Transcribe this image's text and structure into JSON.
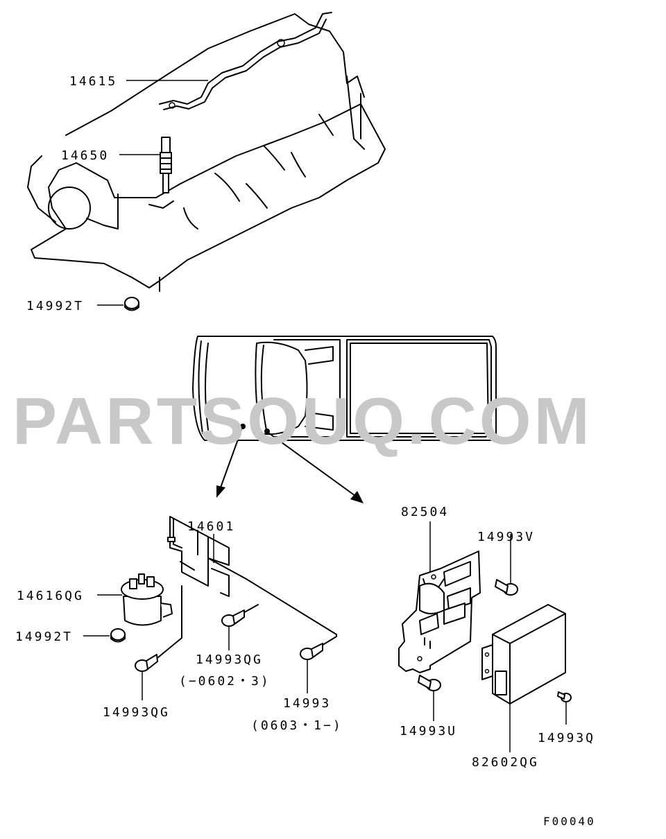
{
  "watermark": "PARTSOUQ.COM",
  "figure_code": "F00040",
  "labels": {
    "p14615": "14615",
    "p14650": "14650",
    "p14601": "14601",
    "p14992T_top": "14992T",
    "p14616QG": "14616QG",
    "p14992T_bottom": "14992T",
    "p14993QG_left": "14993QG",
    "p14993QG_mid": "14993QG",
    "p14993QG_mid_note": "(−0602・3)",
    "p14993": "14993",
    "p14993_note": "(0603・1−)",
    "p82504": "82504",
    "p14993V": "14993V",
    "p14993U": "14993U",
    "p14993Q": "14993Q",
    "p82602QG": "82602QG"
  }
}
